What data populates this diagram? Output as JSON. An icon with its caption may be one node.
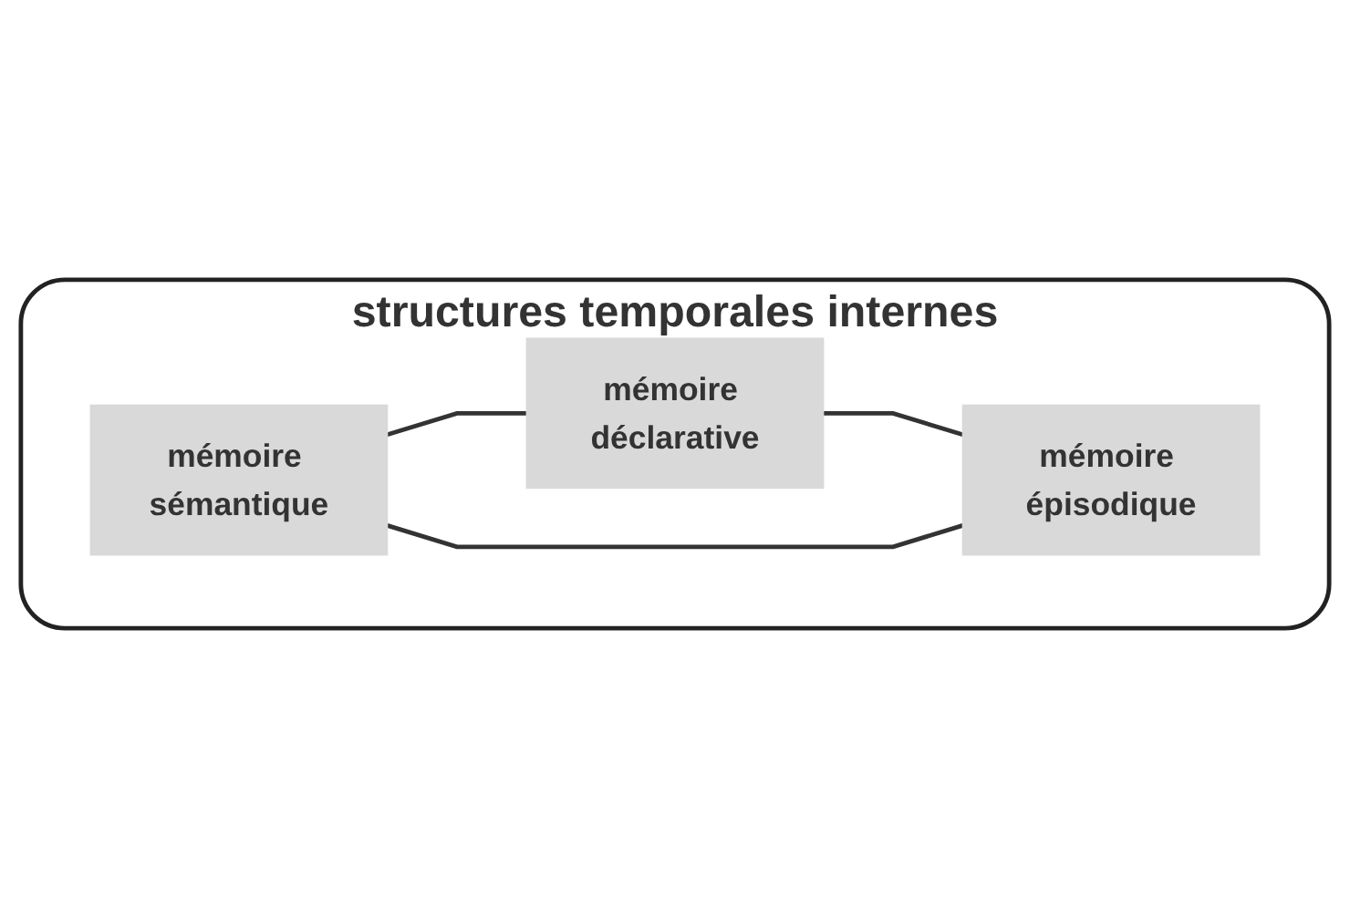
{
  "diagram": {
    "nodes": [
      {
        "text": [
          "structures temporales internes"
        ]
      },
      {
        "text": [
          "mémoire déclarative"
        ],
        "in": 0
      },
      {
        "text": [
          "mémoire sémantique"
        ],
        "in": 0
      },
      {
        "text": [
          "mémoire épisodique"
        ],
        "in": 0
      }
    ],
    "edges": [
      {
        "from": 2,
        "to": 1,
        "arrow": "none"
      },
      {
        "from": 1,
        "to": 3,
        "arrow": "none"
      },
      {
        "from": 2,
        "to": 3,
        "arrow": "none"
      }
    ]
  }
}
